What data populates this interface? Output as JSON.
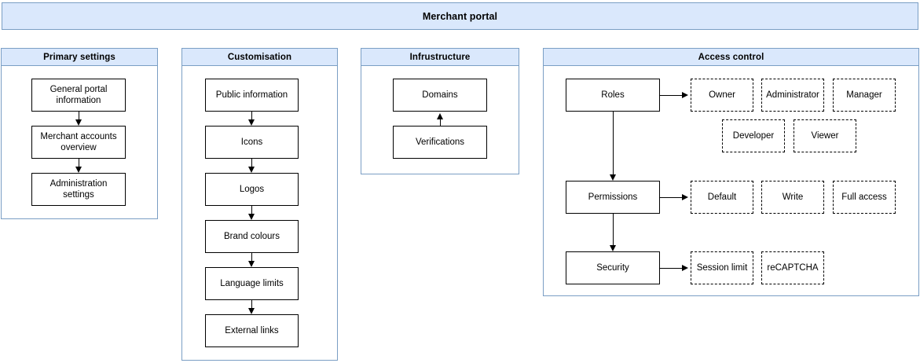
{
  "banner": {
    "title": "Merchant portal"
  },
  "panels": {
    "primary": {
      "header": "Primary settings",
      "nodes": [
        {
          "label": "General portal information"
        },
        {
          "label": "Merchant accounts overview"
        },
        {
          "label": "Administration settings"
        }
      ]
    },
    "customisation": {
      "header": "Customisation",
      "nodes": [
        {
          "label": "Public information"
        },
        {
          "label": "Icons"
        },
        {
          "label": "Logos"
        },
        {
          "label": "Brand colours"
        },
        {
          "label": "Language limits"
        },
        {
          "label": "External links"
        }
      ]
    },
    "infrastructure": {
      "header": "Infrustructure",
      "nodes": [
        {
          "label": "Domains"
        },
        {
          "label": "Verifications"
        }
      ]
    },
    "access": {
      "header": "Access control",
      "groups": [
        {
          "name": "roles",
          "label": "Roles",
          "items": [
            {
              "label": "Owner"
            },
            {
              "label": "Administrator"
            },
            {
              "label": "Manager"
            },
            {
              "label": "Developer"
            },
            {
              "label": "Viewer"
            }
          ]
        },
        {
          "name": "permissions",
          "label": "Permissions",
          "items": [
            {
              "label": "Default"
            },
            {
              "label": "Write"
            },
            {
              "label": "Full access"
            }
          ]
        },
        {
          "name": "security",
          "label": "Security",
          "items": [
            {
              "label": "Session limit"
            },
            {
              "label": "reCAPTCHA"
            }
          ]
        }
      ]
    }
  },
  "colors": {
    "header_fill": "#dae8fc",
    "header_border": "#7a9ec4",
    "node_border": "#000000",
    "background": "#ffffff"
  }
}
